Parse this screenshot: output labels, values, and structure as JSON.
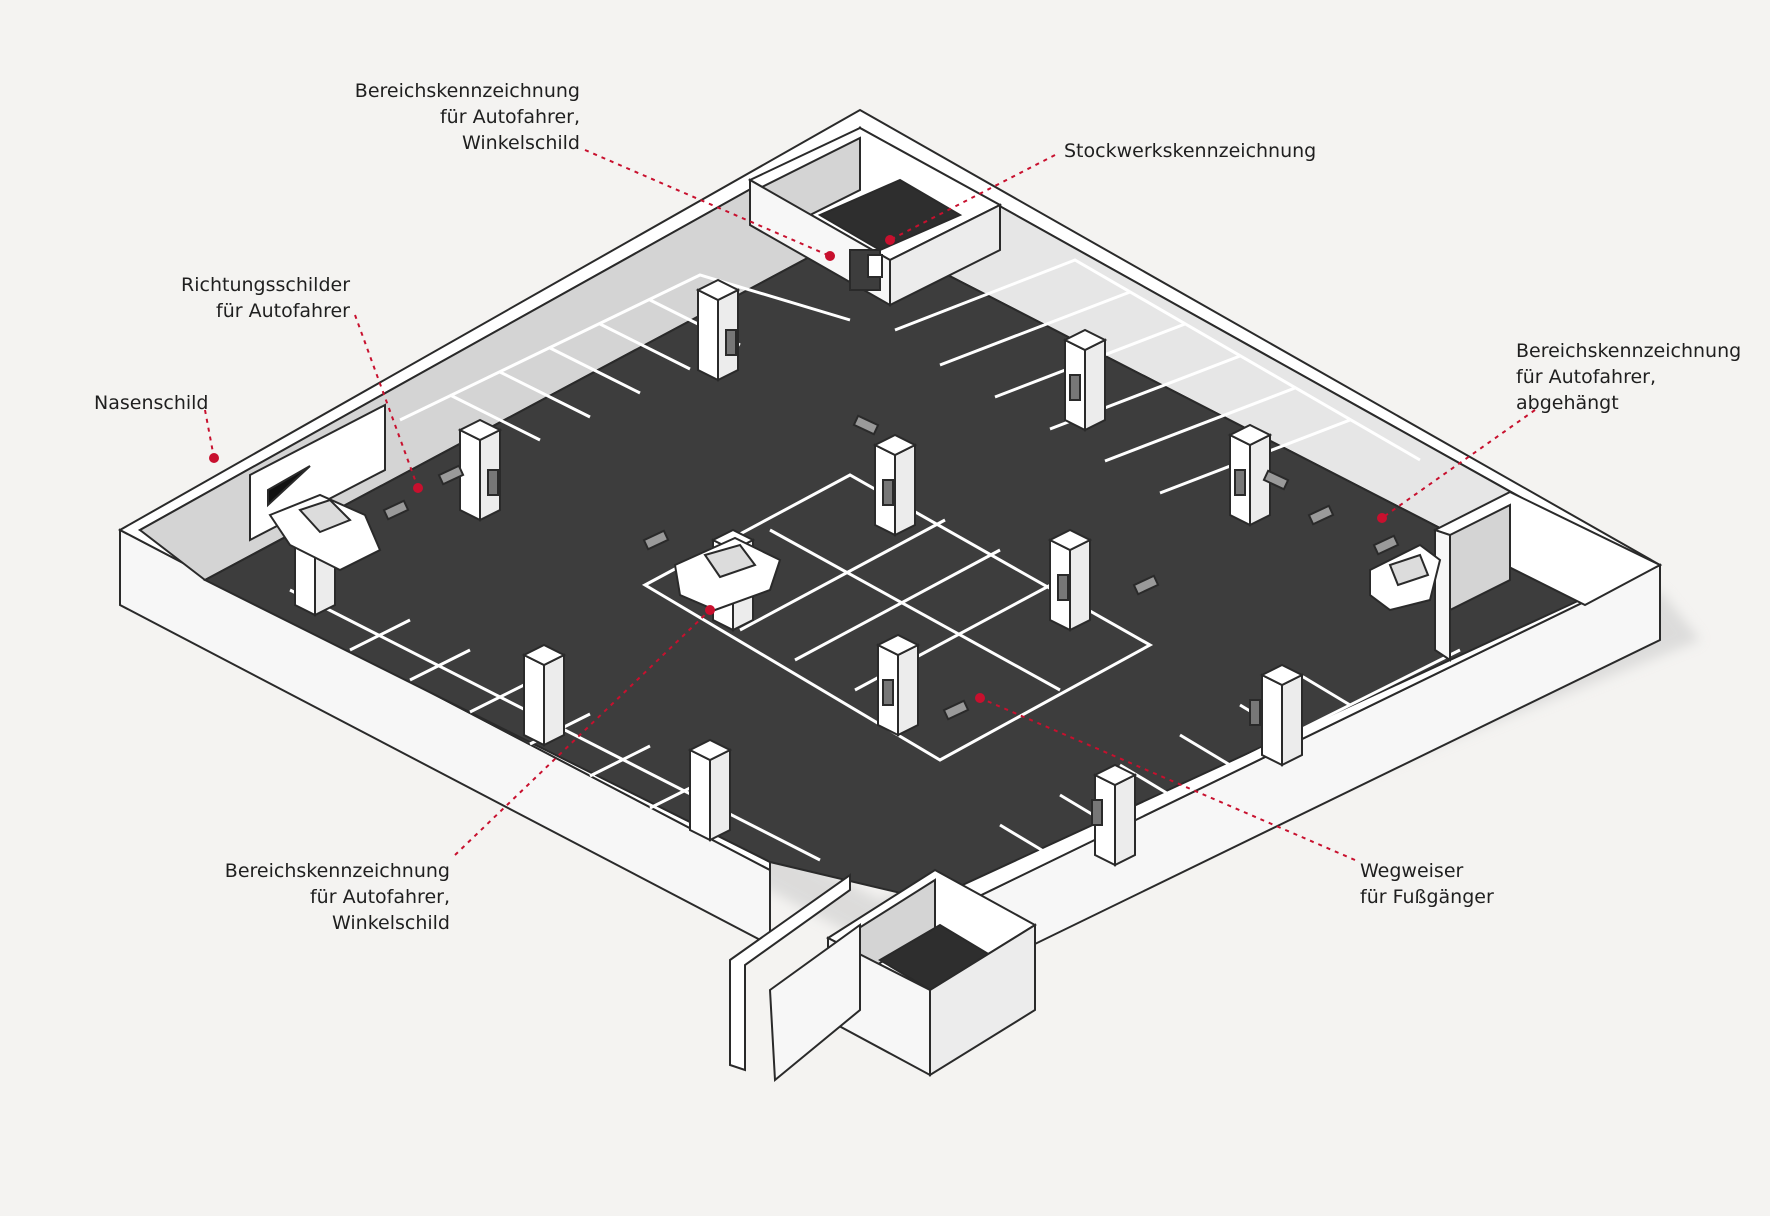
{
  "colors": {
    "background": "#f4f3f1",
    "floor": "#3d3d3d",
    "wall_light": "#f7f7f7",
    "wall_shade": "#d4d4d4",
    "outline": "#2a2a2a",
    "marking": "#ffffff",
    "accent": "#c8102e"
  },
  "callouts": {
    "area_marking_angle_top": [
      "Bereichskennzeichnung",
      "für Autofahrer,",
      "Winkelschild"
    ],
    "floor_marking": [
      "Stockwerkskennzeichnung"
    ],
    "direction_signs": [
      "Richtungsschilder",
      "für Autofahrer"
    ],
    "projecting_sign": [
      "Nasenschild"
    ],
    "area_marking_hanging": [
      "Bereichskennzeichnung",
      "für Autofahrer,",
      "abgehängt"
    ],
    "area_marking_angle_bottom": [
      "Bereichskennzeichnung",
      "für Autofahrer,",
      "Winkelschild"
    ],
    "pedestrian_guide": [
      "Wegweiser",
      "für Fußgänger"
    ]
  }
}
